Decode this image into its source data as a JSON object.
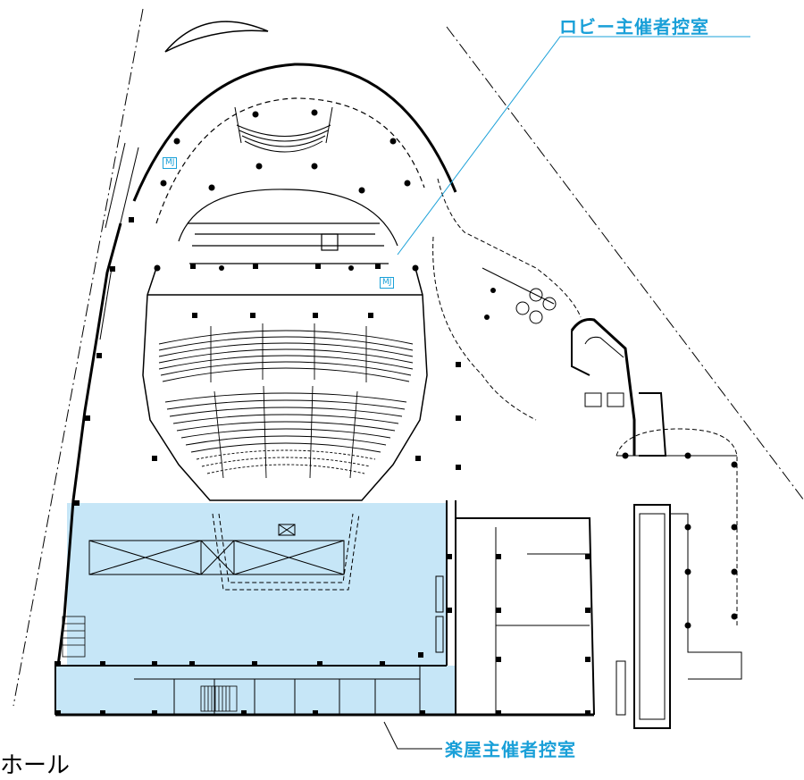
{
  "labels": {
    "lobby_organizer_room": "ロビー主催者控室",
    "backstage_organizer_room": "楽屋主催者控室",
    "mj_marker_1": "MJ",
    "mj_marker_2": "MJ",
    "cut_text": "ホール"
  },
  "colors": {
    "highlight_fill": "#c6e6f7",
    "accent": "#1aa0d8",
    "line": "#000000"
  }
}
